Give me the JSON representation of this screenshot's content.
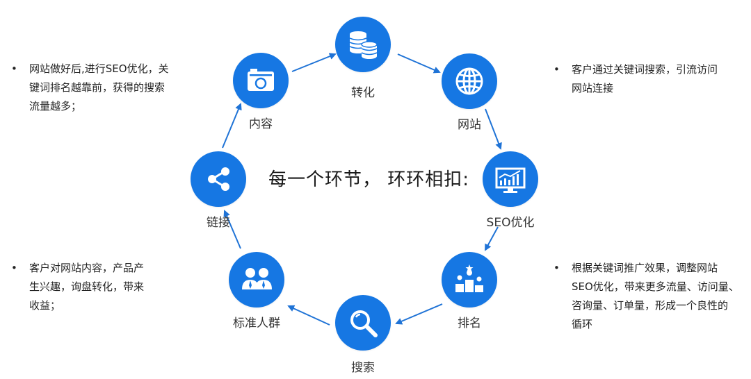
{
  "center_title": "每一个环节， 环环相扣:",
  "accent_color": "#1677e3",
  "nodes": [
    {
      "id": "conversion",
      "label": "转化",
      "icon": "coin-stack-icon"
    },
    {
      "id": "website",
      "label": "网站",
      "icon": "globe-icon"
    },
    {
      "id": "seo",
      "label": "SEO优化",
      "icon": "monitor-chart-icon"
    },
    {
      "id": "ranking",
      "label": "排名",
      "icon": "podium-ranking-icon"
    },
    {
      "id": "search",
      "label": "搜索",
      "icon": "magnifier-icon"
    },
    {
      "id": "audience",
      "label": "标准人群",
      "icon": "people-group-icon"
    },
    {
      "id": "link",
      "label": "链接",
      "icon": "share-link-icon"
    },
    {
      "id": "content",
      "label": "内容",
      "icon": "camera-icon"
    }
  ],
  "notes": {
    "top_left": [
      "网站做好后,进行SEO优化，关",
      "键词排名越靠前，获得的搜索",
      "流量越多；"
    ],
    "top_right": [
      "客户通过关键词搜索，引流访问",
      "网站连接"
    ],
    "bottom_left": [
      "客户对网站内容，产品产",
      "生兴趣，询盘转化，带来",
      "收益；"
    ],
    "bottom_right": [
      "根据关键词推广效果，调整网站",
      "SEO优化，带来更多流量、访问量、",
      "咨询量、订单量，形成一个良性的",
      "循环"
    ],
    "bullet": "•"
  }
}
